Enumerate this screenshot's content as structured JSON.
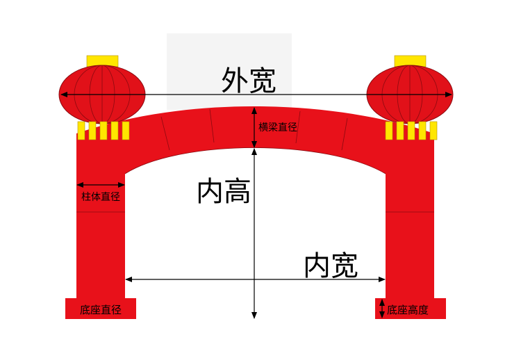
{
  "labels": {
    "outer_width": "外宽",
    "beam_diameter": "横梁直径",
    "inner_height": "内高",
    "column_diameter": "柱体直径",
    "inner_width": "内宽",
    "base_diameter": "底座直径",
    "base_height": "底座高度"
  },
  "colors": {
    "arch_red": "#e8111a",
    "lantern_red": "#e11119",
    "line_dark": "#8a0a10",
    "gold": "#ffe600",
    "gold_dark": "#b38f00",
    "arrow": "#000000"
  },
  "icons": {
    "left_lantern": "lantern-icon",
    "right_lantern": "lantern-icon"
  }
}
